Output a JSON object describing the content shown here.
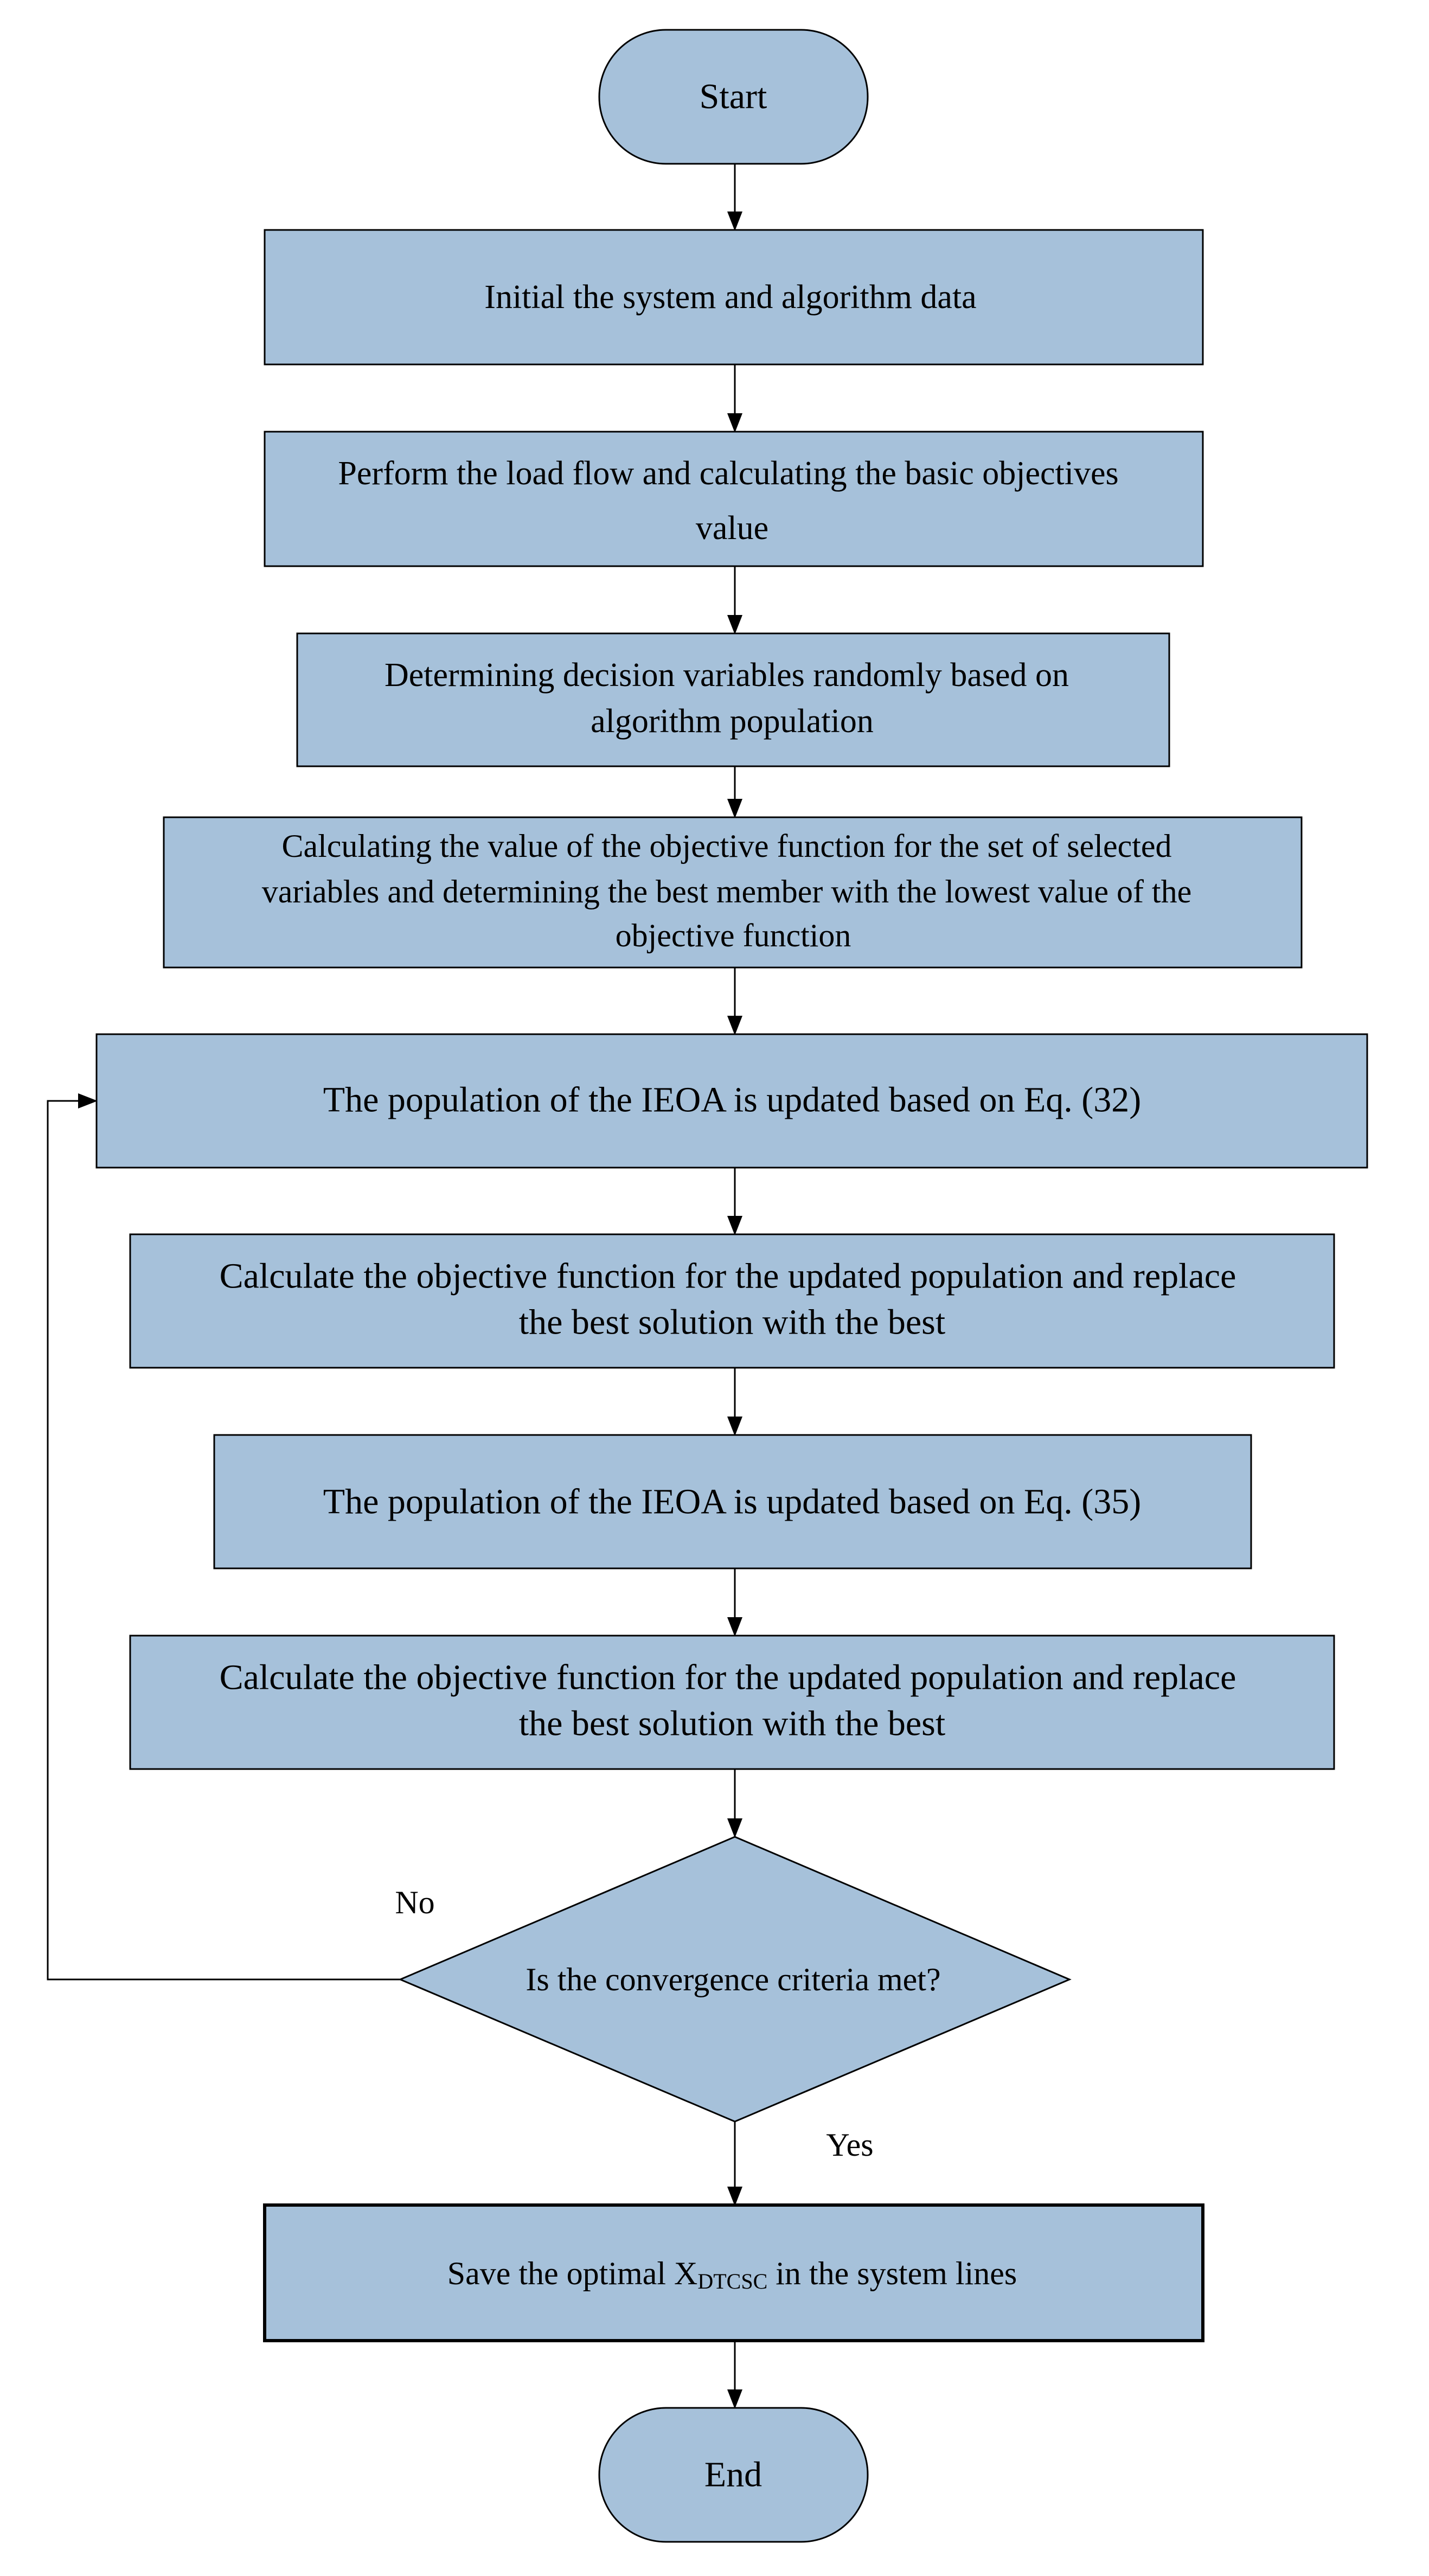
{
  "colors": {
    "fill": "#a6c1da",
    "stroke": "#000000",
    "background": "#ffffff"
  },
  "start": {
    "label": "Start"
  },
  "steps": [
    {
      "id": "init",
      "lines": [
        "Initial the system and algorithm data"
      ]
    },
    {
      "id": "loadflow",
      "lines": [
        "Perform the load flow and calculating the basic objectives",
        "value"
      ]
    },
    {
      "id": "decision",
      "lines": [
        "Determining decision variables randomly based on",
        "algorithm population"
      ]
    },
    {
      "id": "objective",
      "lines": [
        "Calculating the value of the objective function for the set of selected",
        "variables and determining the best member with the lowest value of the",
        "objective function"
      ]
    },
    {
      "id": "update32",
      "lines": [
        "The population of the IEOA is updated based on Eq. (32)"
      ]
    },
    {
      "id": "calc1",
      "lines": [
        "Calculate the objective function for the updated population and replace",
        "the best solution  with the best"
      ]
    },
    {
      "id": "update35",
      "lines": [
        "The population of the IEOA is updated based on Eq. (35)"
      ]
    },
    {
      "id": "calc2",
      "lines": [
        "Calculate the objective function for the updated population and replace",
        "the best solution  with the best"
      ]
    }
  ],
  "decision": {
    "label": "Is the convergence criteria met?",
    "no_label": "No",
    "yes_label": "Yes"
  },
  "save": {
    "prefix": "Save the optimal X",
    "subscript": "DTCSC",
    "suffix": " in the system lines"
  },
  "end": {
    "label": "End"
  }
}
